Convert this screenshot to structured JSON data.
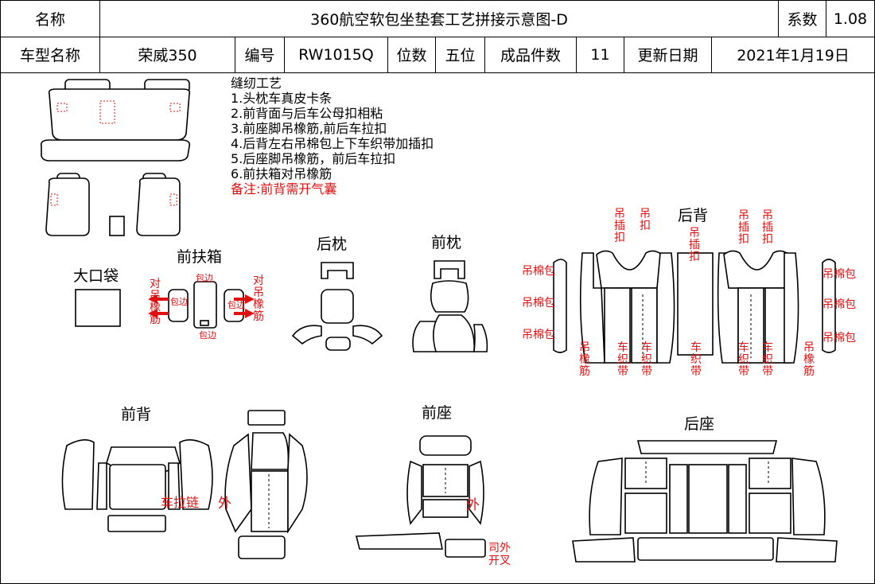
{
  "header": {
    "name_label": "名称",
    "title": "360航空软包坐垫套工艺拼接示意图-D",
    "coef_label": "系数",
    "coef_value": "1.08",
    "model_label": "车型名称",
    "model_value": "荣威350",
    "code_label": "编号",
    "code_value": "RW1015Q",
    "seats_label": "位数",
    "seats_value": "五位",
    "pieces_label": "成品件数",
    "pieces_value": "11",
    "date_label": "更新日期",
    "date_value": "2021年1月19日"
  },
  "notes": {
    "title": "缝纫工艺",
    "items": [
      "1.头枕车真皮卡条",
      "2.前背面与后车公母扣相粘",
      "3.前座脚吊橡筋,前后车拉扣",
      "4.后背左右吊棉包上下车织带加插扣",
      "5.后座脚吊橡筋，前后车拉扣",
      "6.前扶箱对吊橡筋"
    ],
    "remark": "备注:前背需开气囊"
  },
  "sections": {
    "armrest": "前扶箱",
    "big_pocket": "大口袋",
    "rear_headrest": "后枕",
    "front_headrest": "前枕",
    "rear_back": "后背",
    "front_back": "前背",
    "front_seat": "前座",
    "rear_seat": "后座"
  },
  "annotations": {
    "hang_elastic": "对吊橡筋",
    "edge_bind": "包边",
    "buckle": "吊插扣",
    "snap": "吊扣",
    "cotton_pack": "吊棉包",
    "elastic": "吊橡筋",
    "webbing": "车织带",
    "zipper": "车拉链",
    "outer": "外",
    "driver_outer": "司外",
    "fork": "开叉"
  },
  "colors": {
    "annotation": "#e01010",
    "line": "#000000"
  }
}
